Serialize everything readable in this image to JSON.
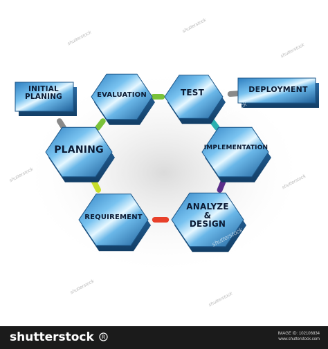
{
  "diagram": {
    "nodes": [
      {
        "id": "initial_planing",
        "label": "INITIAL\nPLANING",
        "shape": "box"
      },
      {
        "id": "evaluation",
        "label": "EVALUATION",
        "shape": "hexagon"
      },
      {
        "id": "test",
        "label": "TEST",
        "shape": "hexagon"
      },
      {
        "id": "deployment",
        "label": "DEPLOYMENT",
        "shape": "box"
      },
      {
        "id": "planing",
        "label": "PLANING",
        "shape": "hexagon"
      },
      {
        "id": "implementation",
        "label": "IMPLEMENTATION",
        "shape": "hexagon"
      },
      {
        "id": "requirement",
        "label": "REQUIREMENT",
        "shape": "hexagon"
      },
      {
        "id": "analyze_design",
        "label": "ANALYZE\n&\nDESIGN",
        "shape": "hexagon"
      }
    ],
    "connectors": [
      {
        "from": "initial_planing",
        "to": "planing",
        "color": "#8a8a8a"
      },
      {
        "from": "planing",
        "to": "requirement",
        "color": "#c8de2a"
      },
      {
        "from": "requirement",
        "to": "analyze_design",
        "color": "#e8402a"
      },
      {
        "from": "analyze_design",
        "to": "implementation",
        "color": "#5a2d8a"
      },
      {
        "from": "implementation",
        "to": "test",
        "color": "#2ab0b0"
      },
      {
        "from": "test",
        "to": "evaluation",
        "color": "#7ac23a"
      },
      {
        "from": "evaluation",
        "to": "planing",
        "color": "#7ac23a"
      },
      {
        "from": "test",
        "to": "deployment",
        "color": "#8a8a8a"
      }
    ],
    "colors": {
      "tile": "#3d8fce",
      "tile_light": "#cfeeff",
      "label": "#0b1a33"
    }
  },
  "watermark": {
    "text": "shutterstock"
  },
  "footer": {
    "brand": "shutterstock",
    "image_id_line": "IMAGE ID: 102106834",
    "site_line": "www.shutterstock.com"
  }
}
